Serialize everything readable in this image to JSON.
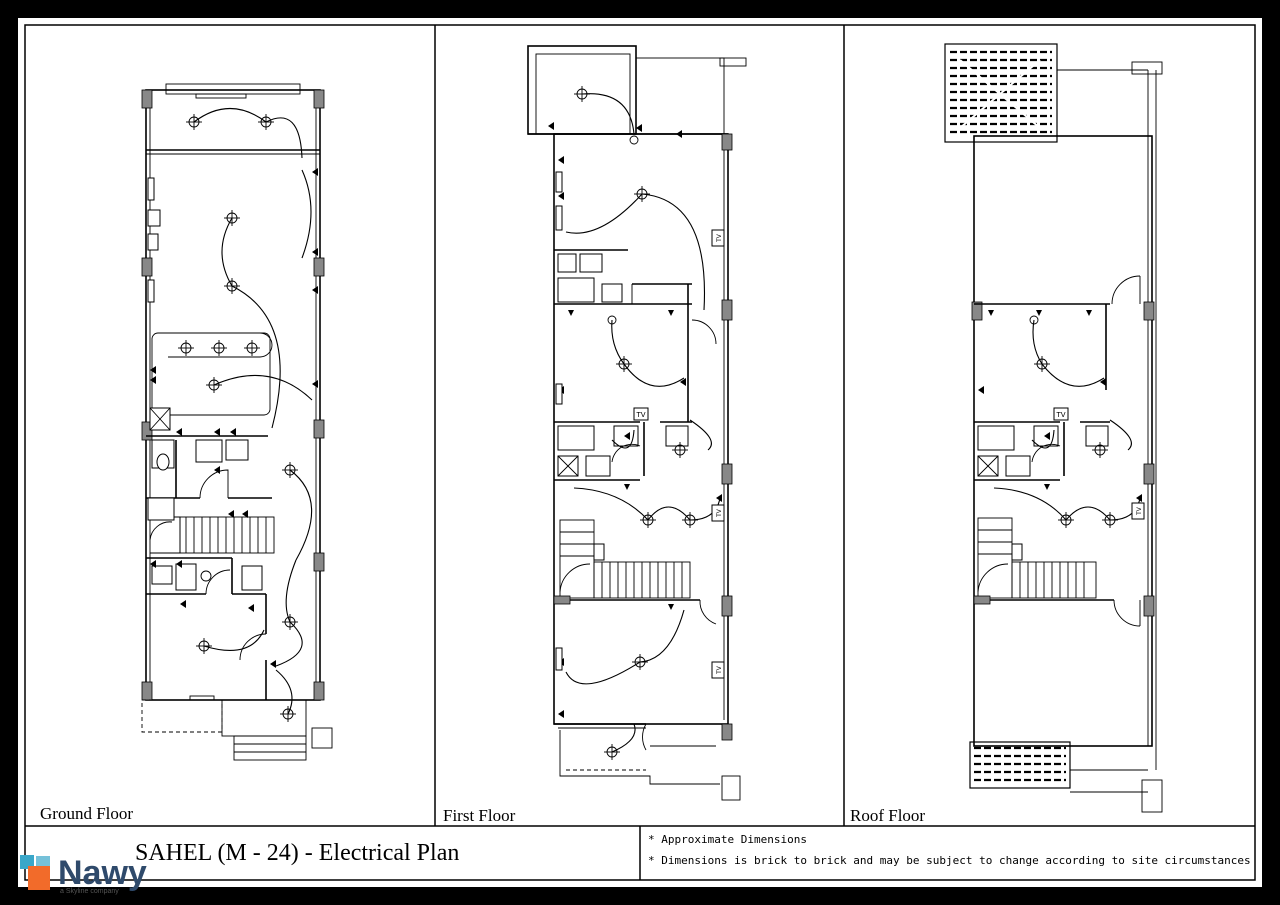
{
  "sheet": {
    "title": "SAHEL (M - 24) - Electrical Plan",
    "notes": [
      "* Approximate Dimensions",
      "* Dimensions is brick to brick and may be subject to change according to site circumstances"
    ]
  },
  "panels": [
    {
      "id": "ground",
      "label": "Ground Floor"
    },
    {
      "id": "first",
      "label": "First Floor"
    },
    {
      "id": "roof",
      "label": "Roof Floor"
    }
  ],
  "tv_label": "TV",
  "logo": {
    "name": "Nawy",
    "tagline": "a Skyline company",
    "colors": [
      "#3aa7c9",
      "#f26b2a",
      "#2f4a6b"
    ]
  }
}
